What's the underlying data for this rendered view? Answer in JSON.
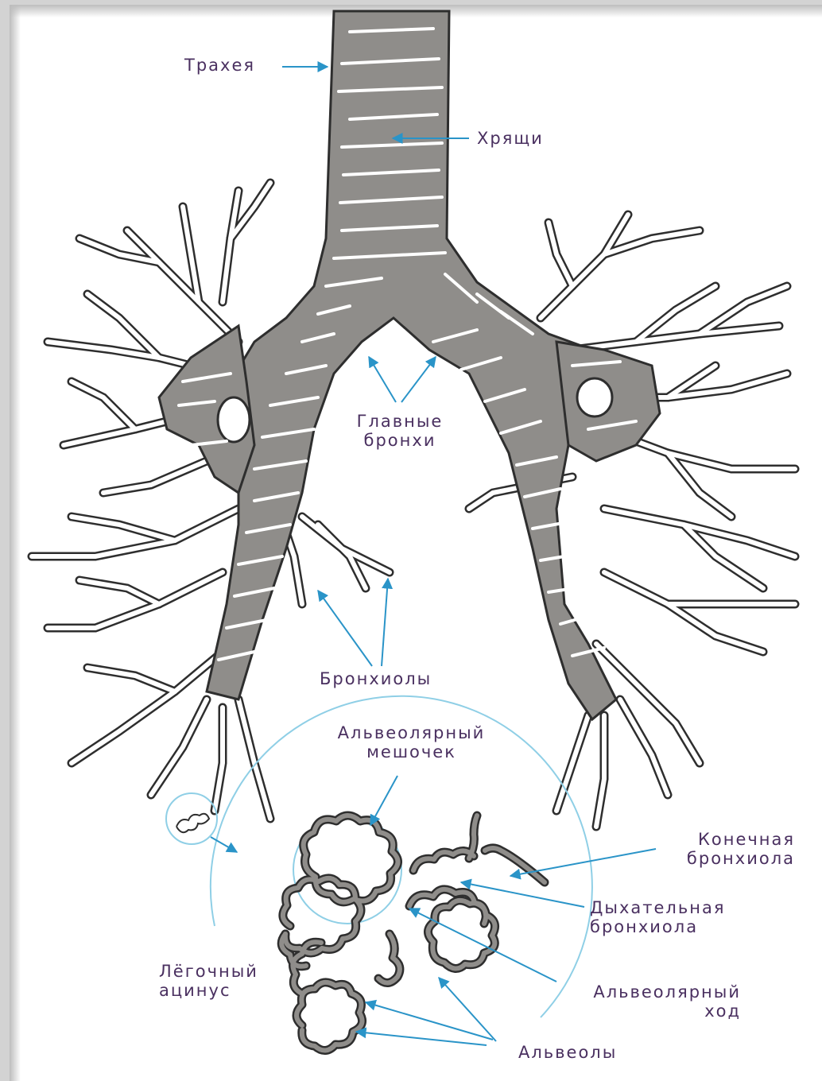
{
  "labels": {
    "trachea": "Трахея",
    "cartilage": "Хрящи",
    "main_bronchi_1": "Главные",
    "main_bronchi_2": "бронхи",
    "bronchioles": "Бронхиолы",
    "alveolar_sac_1": "Альвеолярный",
    "alveolar_sac_2": "мешочек",
    "terminal_bronchiole_1": "Конечная",
    "terminal_bronchiole_2": "бронхиола",
    "respiratory_bronchiole_1": "Дыхательная",
    "respiratory_bronchiole_2": "бронхиола",
    "pulmonary_acinus_1": "Лёгочный",
    "pulmonary_acinus_2": "ацинус",
    "alveolar_duct_1": "Альвеолярный",
    "alveolar_duct_2": "ход",
    "alveoli": "Альвеолы"
  },
  "colors": {
    "tissue": "#8f8d8a",
    "outline": "#2e2e2e",
    "arrow": "#2a94c8",
    "label_text": "#4a3060",
    "acinus_circle": "#8fcfe6"
  }
}
